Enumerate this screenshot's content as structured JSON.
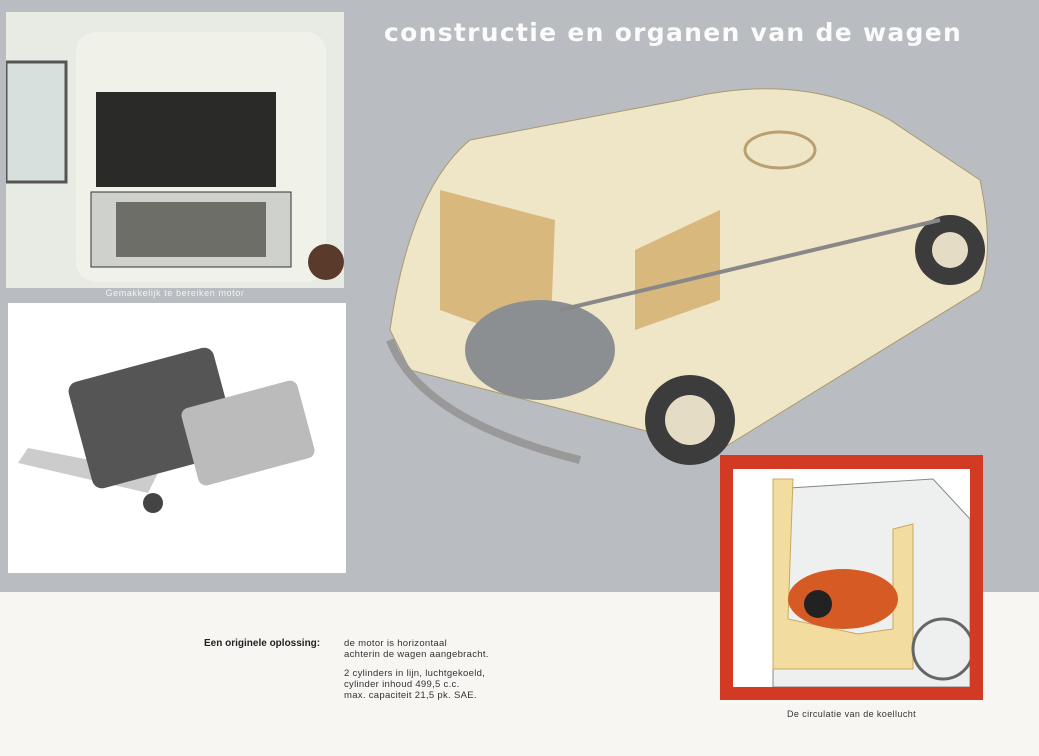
{
  "title": "constructie en organen van de wagen",
  "photo_captions": {
    "engine_bay": "Gemakkelijk te bereiken motor",
    "cooling": "De circulatie van de koellucht"
  },
  "description": {
    "label": "Een originele oplossing:",
    "para1_line1": "de motor is horizontaal",
    "para1_line2": "achterin de wagen aangebracht.",
    "para2_line1": "2 cylinders in lijn, luchtgekoeld,",
    "para2_line2": "cylinder inhoud 499,5 c.c.",
    "para2_line3": "max. capaciteit 21,5 pk. SAE."
  },
  "colors": {
    "accent_red": "#d23a24",
    "background_gray": "#b9bcc1"
  }
}
